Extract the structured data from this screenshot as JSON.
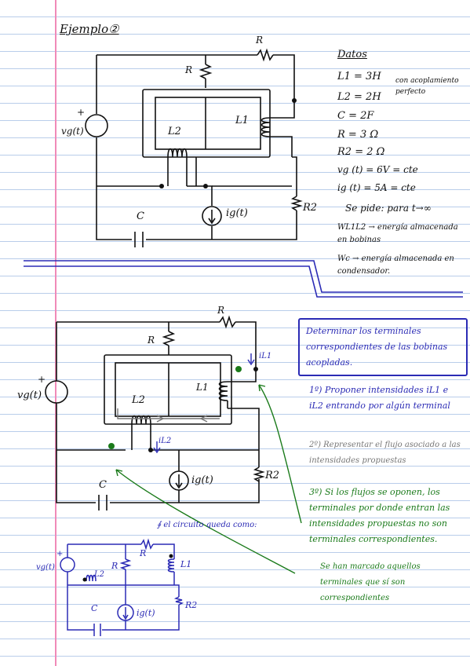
{
  "title": "Ejemplo②",
  "labels": {
    "R": "R",
    "R2": "R2",
    "L1": "L1",
    "L2": "L2",
    "C": "C",
    "vg": "vg(t)",
    "ig": "ig(t)",
    "plus": "+",
    "iL1": "iL1",
    "iL2": "iL2"
  },
  "datos": {
    "heading": "Datos",
    "lines": [
      "L1 = 3H",
      "L2 = 2H",
      "C = 2F",
      "R = 3 Ω",
      "R2 = 2 Ω",
      "vg (t) = 6V = cte",
      "ig (t) = 5A = cte"
    ],
    "coupling_note": "con acoplamiento perfecto",
    "se_pide": "Se pide: para t→∞",
    "w_l1l2": "WL1L2 → energía almacenada en bobinas",
    "w_c": "Wc → energía almacenada en condensador."
  },
  "notes": {
    "box": "Determinar los terminales correspondientes de las bobinas acopladas.",
    "step1": "1º) Proponer intensidades iL1 e iL2 entrando por algún terminal",
    "step2": "2º) Representar el flujo asociado a las intensidades propuestas",
    "step3": "3º) Si los flujos se oponen, los terminales por donde entran las intensidades propuestas no son terminales correspondientes.",
    "step3b": "Se han marcado aquellos terminales que sí son correspondientes",
    "circuit_note": "∮ el circuito queda como:"
  }
}
